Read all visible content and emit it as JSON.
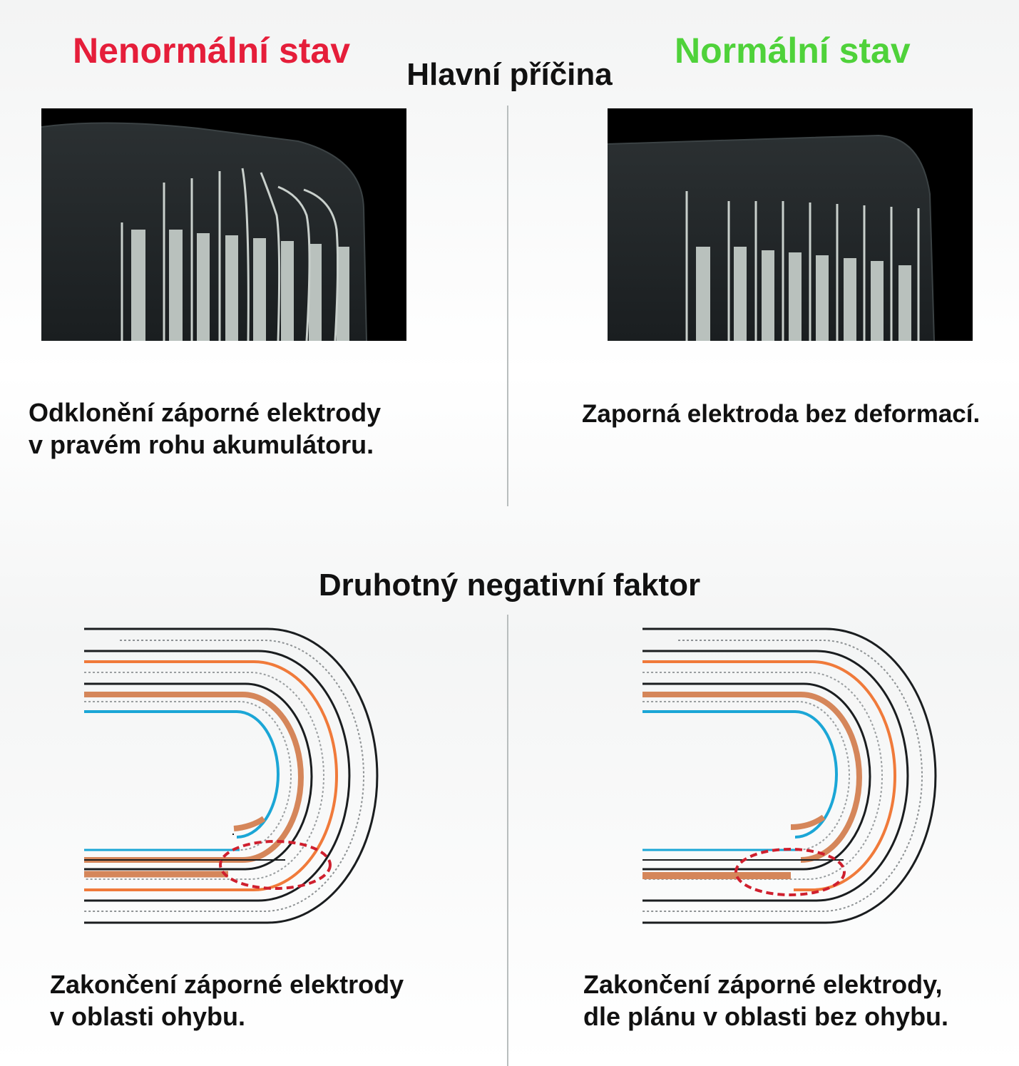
{
  "headings": {
    "abnormal": "Nenormální stav",
    "normal": "Normální stav",
    "main_cause": "Hlavní příčina",
    "secondary_factor": "Druhotný negativní faktor"
  },
  "captions": {
    "top_left": [
      "Odklonění záporné elektrody",
      "v pravém rohu akumulátoru."
    ],
    "top_right": [
      "Zaporná elektroda bez deformací."
    ],
    "bottom_left": [
      "Zakončení záporné elektrody",
      "v oblasti ohybu."
    ],
    "bottom_right": [
      "Zakončení záporné elektrody,",
      "dle plánu v oblasti bez ohybu."
    ]
  },
  "colors": {
    "abnormal": "#e51e3a",
    "normal": "#4fd23a",
    "cathode_orange": "#f07a3a",
    "electrode_brown": "#d5865a",
    "separator_blue": "#1ba6d6",
    "highlight_red": "#cf1f2e"
  },
  "diagrams": {
    "abnormal_xray": {
      "bent_electrodes": 3,
      "straight_electrodes": 5
    },
    "normal_xray": {
      "bent_electrodes": 0,
      "straight_electrodes": 8
    }
  }
}
